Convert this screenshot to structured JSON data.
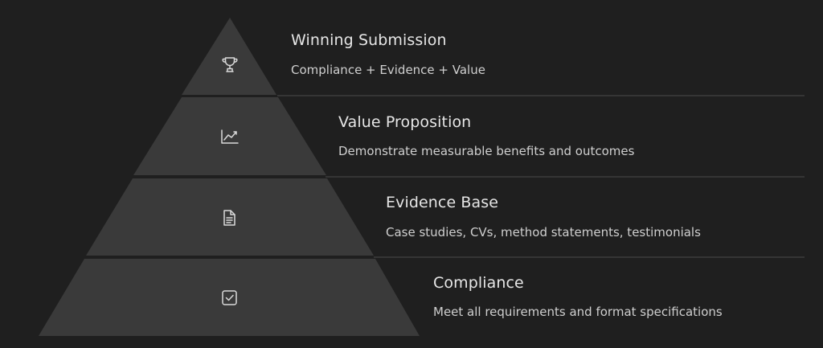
{
  "colors": {
    "background": "#1f1f1f",
    "tier_fill": "#3a3a3a",
    "separator": "#3d3d3d",
    "icon": "#d9d9d9"
  },
  "tiers": [
    {
      "title": "Winning Submission",
      "description": "Compliance + Evidence + Value",
      "icon": "trophy-icon"
    },
    {
      "title": "Value Proposition",
      "description": "Demonstrate measurable benefits and outcomes",
      "icon": "chart-trending-icon"
    },
    {
      "title": "Evidence Base",
      "description": "Case studies, CVs, method statements, testimonials",
      "icon": "document-icon"
    },
    {
      "title": "Compliance",
      "description": "Meet all requirements and format specifications",
      "icon": "checkbox-icon"
    }
  ]
}
